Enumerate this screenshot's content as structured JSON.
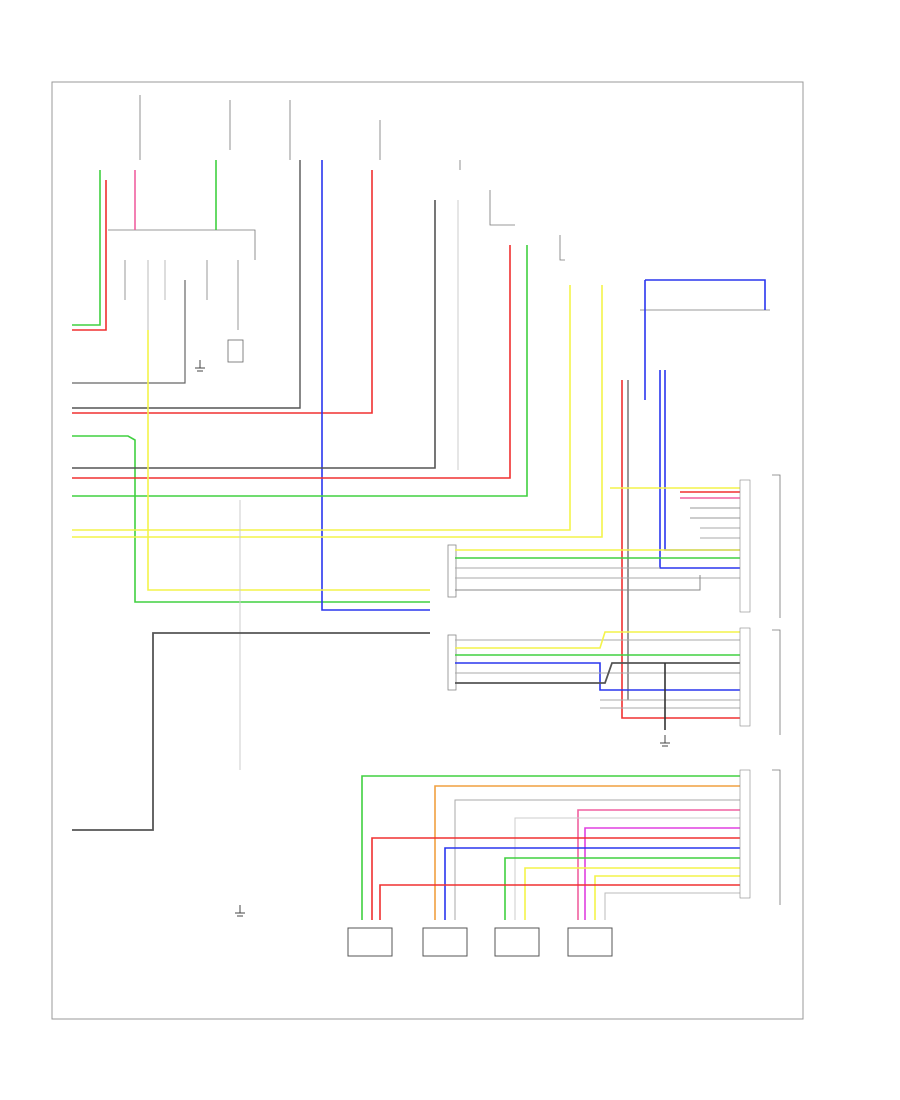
{
  "diagram": {
    "kind": "wiring-diagram",
    "frame_label": "",
    "bottom_caption": "",
    "sensors": [
      {
        "id": "lf",
        "label": ""
      },
      {
        "id": "rf",
        "label": ""
      },
      {
        "id": "lr",
        "label": ""
      },
      {
        "id": "rr",
        "label": ""
      }
    ],
    "wire_colors": {
      "red": "#f03030",
      "pink": "#f060a0",
      "green": "#40d040",
      "blue": "#2a36ee",
      "yellow": "#f4f44a",
      "orange": "#f0a040",
      "magenta": "#e040e0",
      "gray": "#aaaaaa",
      "black": "#222222",
      "dark_gray": "#555555"
    }
  }
}
